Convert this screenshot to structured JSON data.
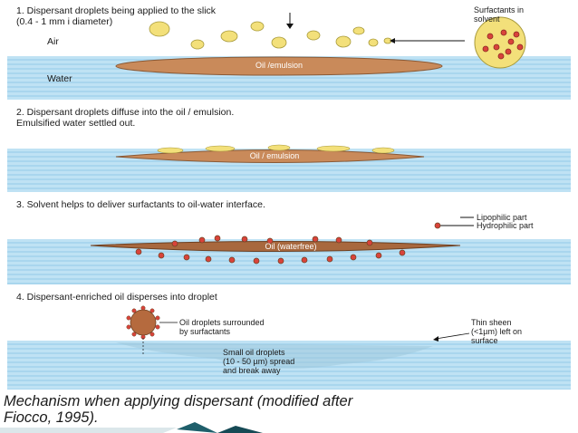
{
  "panel1": {
    "step_text": "1. Dispersant droplets being applied to the slick\n(0.4 - 1 mm i diameter)",
    "air_label": "Air",
    "water_label": "Water",
    "oil_label": "Oil /emulsion",
    "callout_text": "Surfactants in\nsolvent"
  },
  "panel2": {
    "step_text": "2. Dispersant droplets diffuse into the oil / emulsion.\nEmulsified water settled out.",
    "oil_label": "Oil / emulsion"
  },
  "panel3": {
    "step_text": "3. Solvent helps to deliver surfactants to oil-water interface.",
    "oil_label": "Oil (waterfree)",
    "legend_lipophilic": "Lipophilic part",
    "legend_hydrophilic": "Hydrophilic part"
  },
  "panel4": {
    "step_text": "4. Dispersant-enriched oil disperses into droplet",
    "droplet_label": "Oil droplets surrounded\nby surfactants",
    "sheen_label": "Thin sheen\n(<1µm) left on\nsurface",
    "small_drops_label": "Small oil droplets\n(10 - 50 µm) spread\nand break away"
  },
  "caption": "Mechanism when applying dispersant (modified after\nFiocco, 1995).",
  "colors": {
    "oil": "#c98a5a",
    "oil_dark": "#7a4a2a",
    "dispersant": "#f3e07a",
    "surfactant_red": "#d9433a",
    "water": "#bfe2f4"
  }
}
